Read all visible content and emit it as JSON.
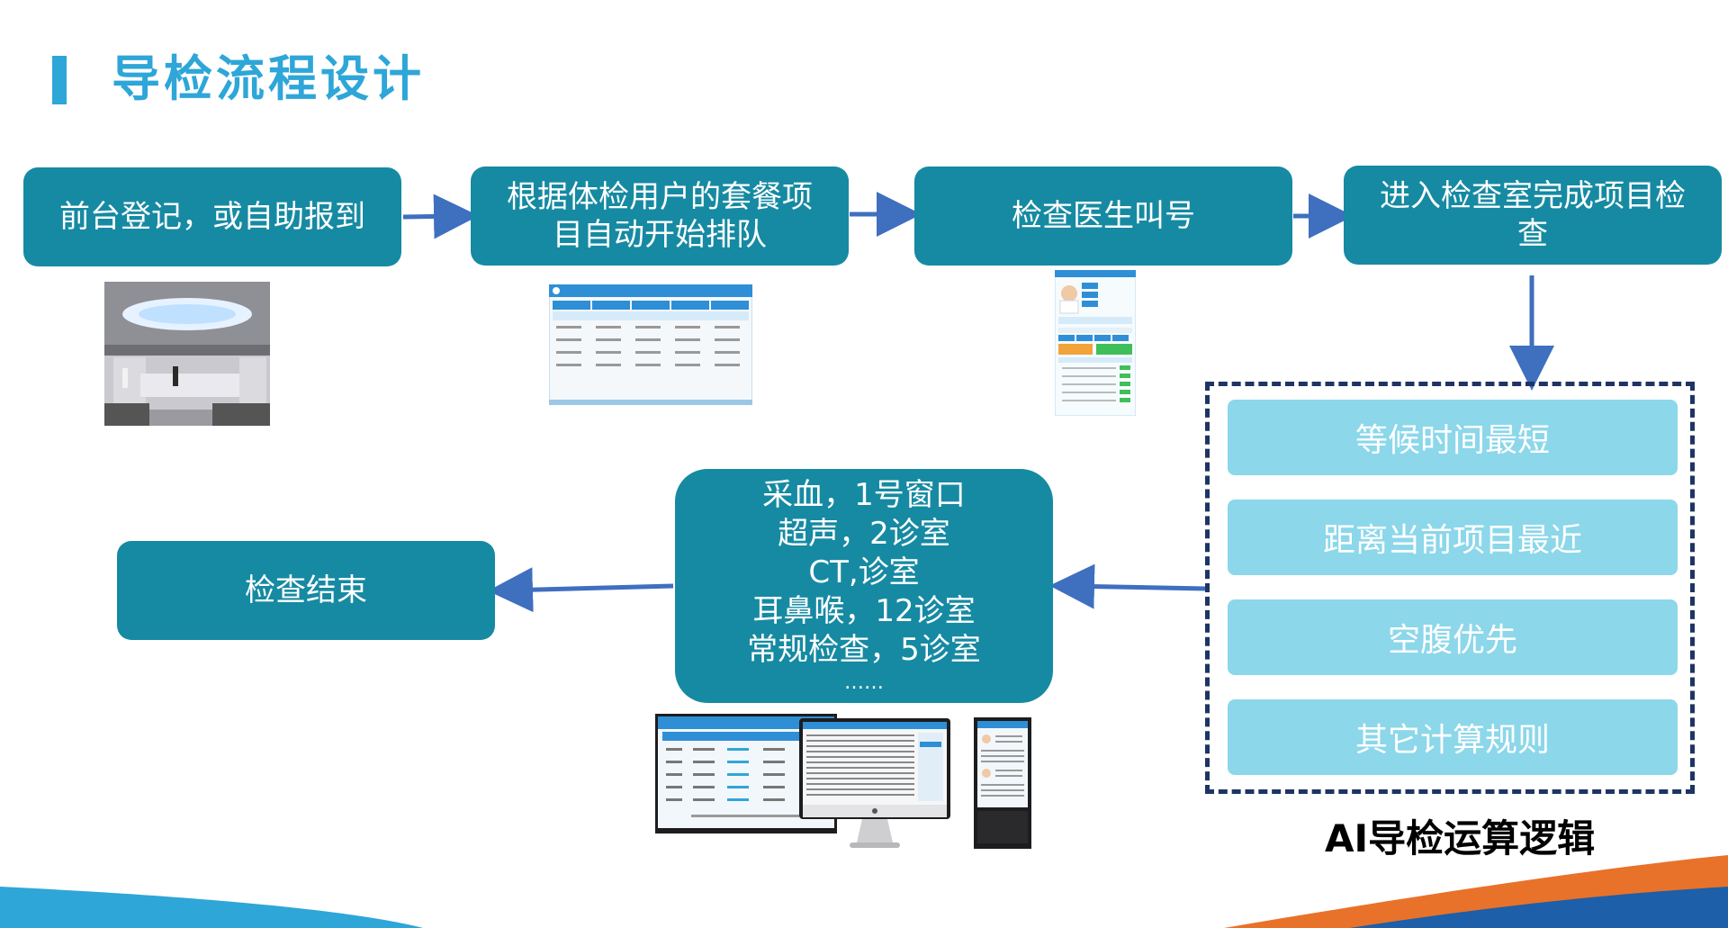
{
  "title": "导检流程设计",
  "steps": {
    "step1": "前台登记，或自助报到",
    "step2_line1": "根据体检用户的套餐项",
    "step2_line2": "目自动开始排队",
    "step3": "检查医生叫号",
    "step4_line1": "进入检查室完成项目检",
    "step4_line2": "查",
    "end": "检查结束"
  },
  "assignments": {
    "lines": [
      "采血，1号窗口",
      "超声，2诊室",
      "CT,诊室",
      "耳鼻喉，12诊室",
      "常规检查，5诊室"
    ],
    "ellipsis": "……"
  },
  "rules": [
    "等候时间最短",
    "距离当前项目最近",
    "空腹优先",
    "其它计算规则"
  ],
  "ai_label": "AI导检运算逻辑",
  "colors": {
    "title": "#2ea6d8",
    "step_box": "#168aa2",
    "rule_box": "#8cd7ea",
    "arrow": "#3f6fbf",
    "dashed_border": "#1e3464",
    "footer_blue": "#2ea6d8",
    "footer_orange": "#e8722a"
  }
}
